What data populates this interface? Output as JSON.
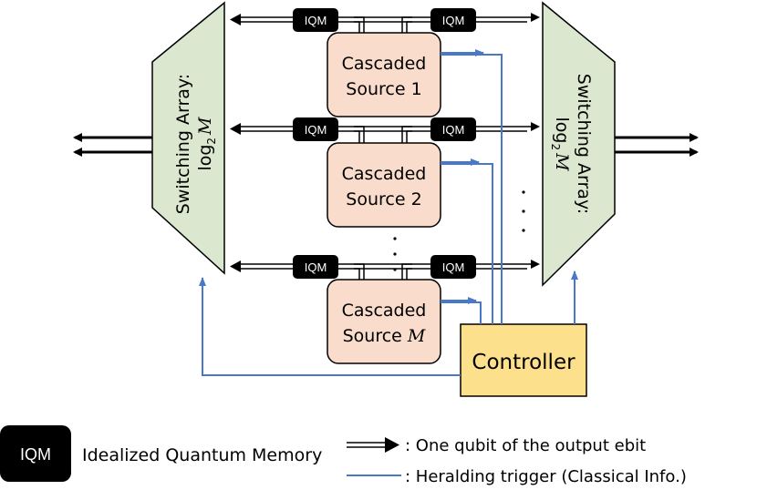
{
  "iqm_label": "IQM",
  "switching_array": {
    "text": "Switching Array:",
    "log": "log",
    "sub": "2",
    "var": "M"
  },
  "sources": [
    {
      "line1": "Cascaded",
      "line2_prefix": "Source 1",
      "line2_var": ""
    },
    {
      "line1": "Cascaded",
      "line2_prefix": "Source 2",
      "line2_var": ""
    },
    {
      "line1": "Cascaded",
      "line2_prefix": "Source ",
      "line2_var": "M"
    }
  ],
  "controller": "Controller",
  "legend": {
    "iqm_box": "IQM",
    "iqm_desc": "Idealized Quantum Memory",
    "qubit_desc": ": One qubit of the output  ebit",
    "trigger_desc": ": Heralding trigger (Classical Info.)"
  },
  "colors": {
    "switch_fill": "#dbe8cf",
    "source_fill": "#f9dccb",
    "controller_fill": "#fde08c",
    "trigger_line": "#4a78c8",
    "iqm_fill": "#000000"
  }
}
